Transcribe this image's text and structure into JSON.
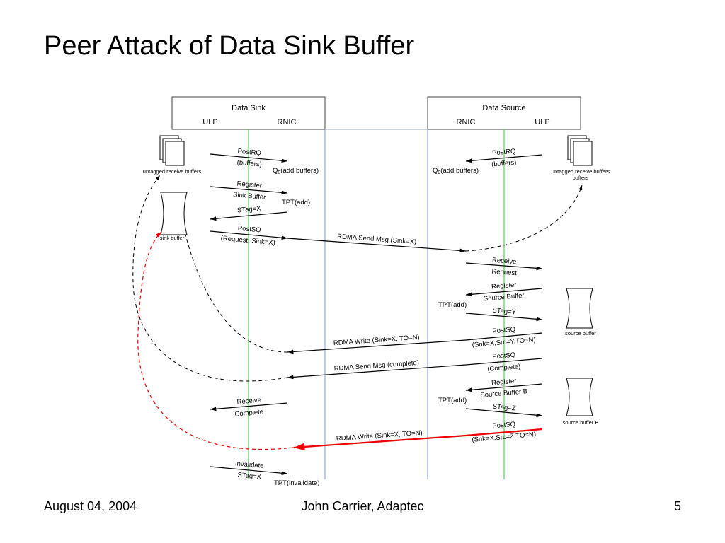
{
  "slide": {
    "title": "Peer Attack of Data Sink Buffer",
    "footer_left": "August 04, 2004",
    "footer_center": "John Carrier, Adaptec",
    "footer_right": "5"
  },
  "sink_box": {
    "title": "Data Sink",
    "col_left": "ULP",
    "col_right": "RNIC"
  },
  "source_box": {
    "title": "Data Source",
    "col_left": "RNIC",
    "col_right": "ULP"
  },
  "buffers": {
    "sink_untagged": "untagged receive buffers",
    "source_untagged": "untagged receive buffers",
    "sink_buffer": "sink buffer",
    "source_buffer": "source buffer",
    "source_buffer_b": "source buffer B"
  },
  "labels": {
    "sink_postrq_1": "PostRQ",
    "sink_postrq_2": "(buffers)",
    "sink_q0": "Q",
    "sink_q0_sub": "0",
    "sink_q0_tail": "(add buffers)",
    "sink_register_1": "Register",
    "sink_register_2": "Sink Buffer",
    "sink_tpt_add": "TPT(add)",
    "sink_stag": "STag=X",
    "sink_postsq_1": "PostSQ",
    "sink_postsq_2": "(Request, Sink=X)",
    "send_request": "RDMA Send Msg (Sink=X)",
    "src_postrq_1": "PostRQ",
    "src_postrq_2": "(buffers)",
    "src_q0": "Q",
    "src_q0_sub": "0",
    "src_q0_tail": "(add buffers)",
    "src_receive_1": "Receive",
    "src_receive_2": "Request",
    "src_register_1": "Register",
    "src_register_2": "Source Buffer",
    "src_tpt_add": "TPT(add)",
    "src_stag_y": "STag=Y",
    "src_postsq_1": "PostSQ",
    "src_postsq_2": "(Snk=X,Src=Y,TO=N)",
    "write_1": "RDMA Write (Sink=X, TO=N)",
    "src_postsq_c1": "PostSQ",
    "src_postsq_c2": "(Complete)",
    "send_complete": "RDMA Send Msg (complete)",
    "src_registerb_1": "Register",
    "src_registerb_2": "Source Buffer B",
    "src_tpt_add_b": "TPT(add)",
    "src_stag_z": "STag=Z",
    "sink_receive_1": "Receive",
    "sink_receive_2": "Complete",
    "src_postsq_b1": "PostSQ",
    "src_postsq_b2": "(Snk=X,Src=Z,TO=N)",
    "write_2": "RDMA Write (Sink=X, TO=N)",
    "sink_invalidate_1": "Invalidate",
    "sink_invalidate_2": "STag=X",
    "sink_tpt_invalidate": "TPT(invalidate)"
  },
  "colors": {
    "ulp_line": "#33cc33",
    "rnic_line": "#7799dd",
    "attack": "#ee0000",
    "ink": "#000000"
  }
}
